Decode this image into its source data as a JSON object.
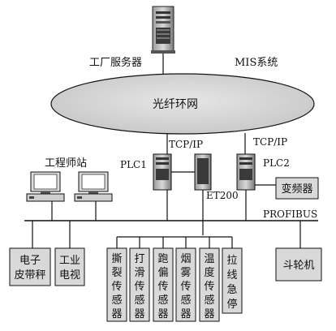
{
  "diagram": {
    "server_label": "工厂服务器",
    "mis_label": "MIS系统",
    "network_label": "光纤环网",
    "tcpip_label_1": "TCP/IP",
    "tcpip_label_2": "TCP/IP",
    "engineer_label": "工程师站",
    "plc1_label": "PLC1",
    "plc2_label": "PLC2",
    "vfd_label": "变频器",
    "et200_label": "ET200",
    "profibus_label": "PROFIBUS",
    "bottom_boxes": [
      {
        "lines": [
          "电子",
          "皮带秤"
        ]
      },
      {
        "lines": [
          "工业",
          "电视"
        ]
      }
    ],
    "sensors": [
      {
        "chars": [
          "撕",
          "裂",
          "传",
          "感",
          "器"
        ]
      },
      {
        "chars": [
          "打",
          "滑",
          "传",
          "感",
          "器"
        ]
      },
      {
        "chars": [
          "跑",
          "偏",
          "传",
          "感",
          "器"
        ]
      },
      {
        "chars": [
          "烟",
          "雾",
          "传",
          "感",
          "器"
        ]
      },
      {
        "chars": [
          "温",
          "度",
          "传",
          "感",
          "器"
        ]
      },
      {
        "chars": [
          "拉",
          "线",
          "急",
          "停"
        ]
      }
    ],
    "bucket_label": "斗轮机"
  }
}
